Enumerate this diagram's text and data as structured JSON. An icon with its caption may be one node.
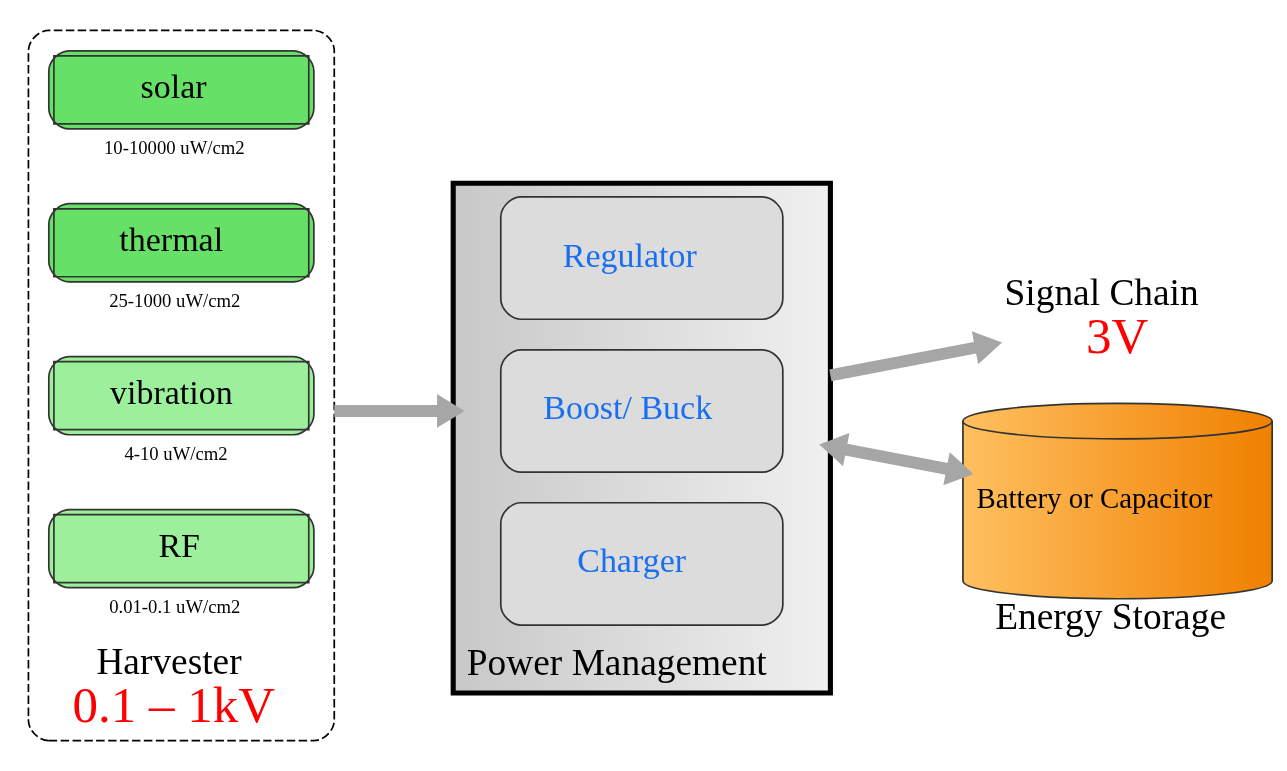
{
  "diagram": {
    "nodes": [
      {
        "text": [
          "Harvester",
          "0.1 – 1kV"
        ]
      },
      {
        "text": [
          "solar"
        ],
        "in": 0,
        "beside": [
          "10-10000 uW/cm2"
        ]
      },
      {
        "text": [
          "thermal"
        ],
        "in": 0,
        "beside": [
          "25-1000 uW/cm2"
        ]
      },
      {
        "text": [
          "vibration"
        ],
        "in": 0,
        "beside": [
          "4-10 uW/cm2"
        ]
      },
      {
        "text": [
          "RF"
        ],
        "in": 0,
        "beside": [
          "0.01-0.1 uW/cm2"
        ]
      },
      {
        "text": [
          "Power Management"
        ]
      },
      {
        "text": [
          "Regulator"
        ],
        "in": 5
      },
      {
        "text": [
          "Boost/ Buck"
        ],
        "in": 5
      },
      {
        "text": [
          "Charger"
        ],
        "in": 5
      },
      {
        "text": [
          "Signal Chain",
          "3V"
        ]
      },
      {
        "text": [
          "Battery or Capacitor",
          "Energy Storage"
        ]
      }
    ],
    "edges": [
      {
        "from": 0,
        "to": 5,
        "arrow": "to"
      },
      {
        "from": 5,
        "to": 9,
        "arrow": "to"
      },
      {
        "from": 5,
        "to": 10,
        "arrow": "both"
      }
    ]
  }
}
